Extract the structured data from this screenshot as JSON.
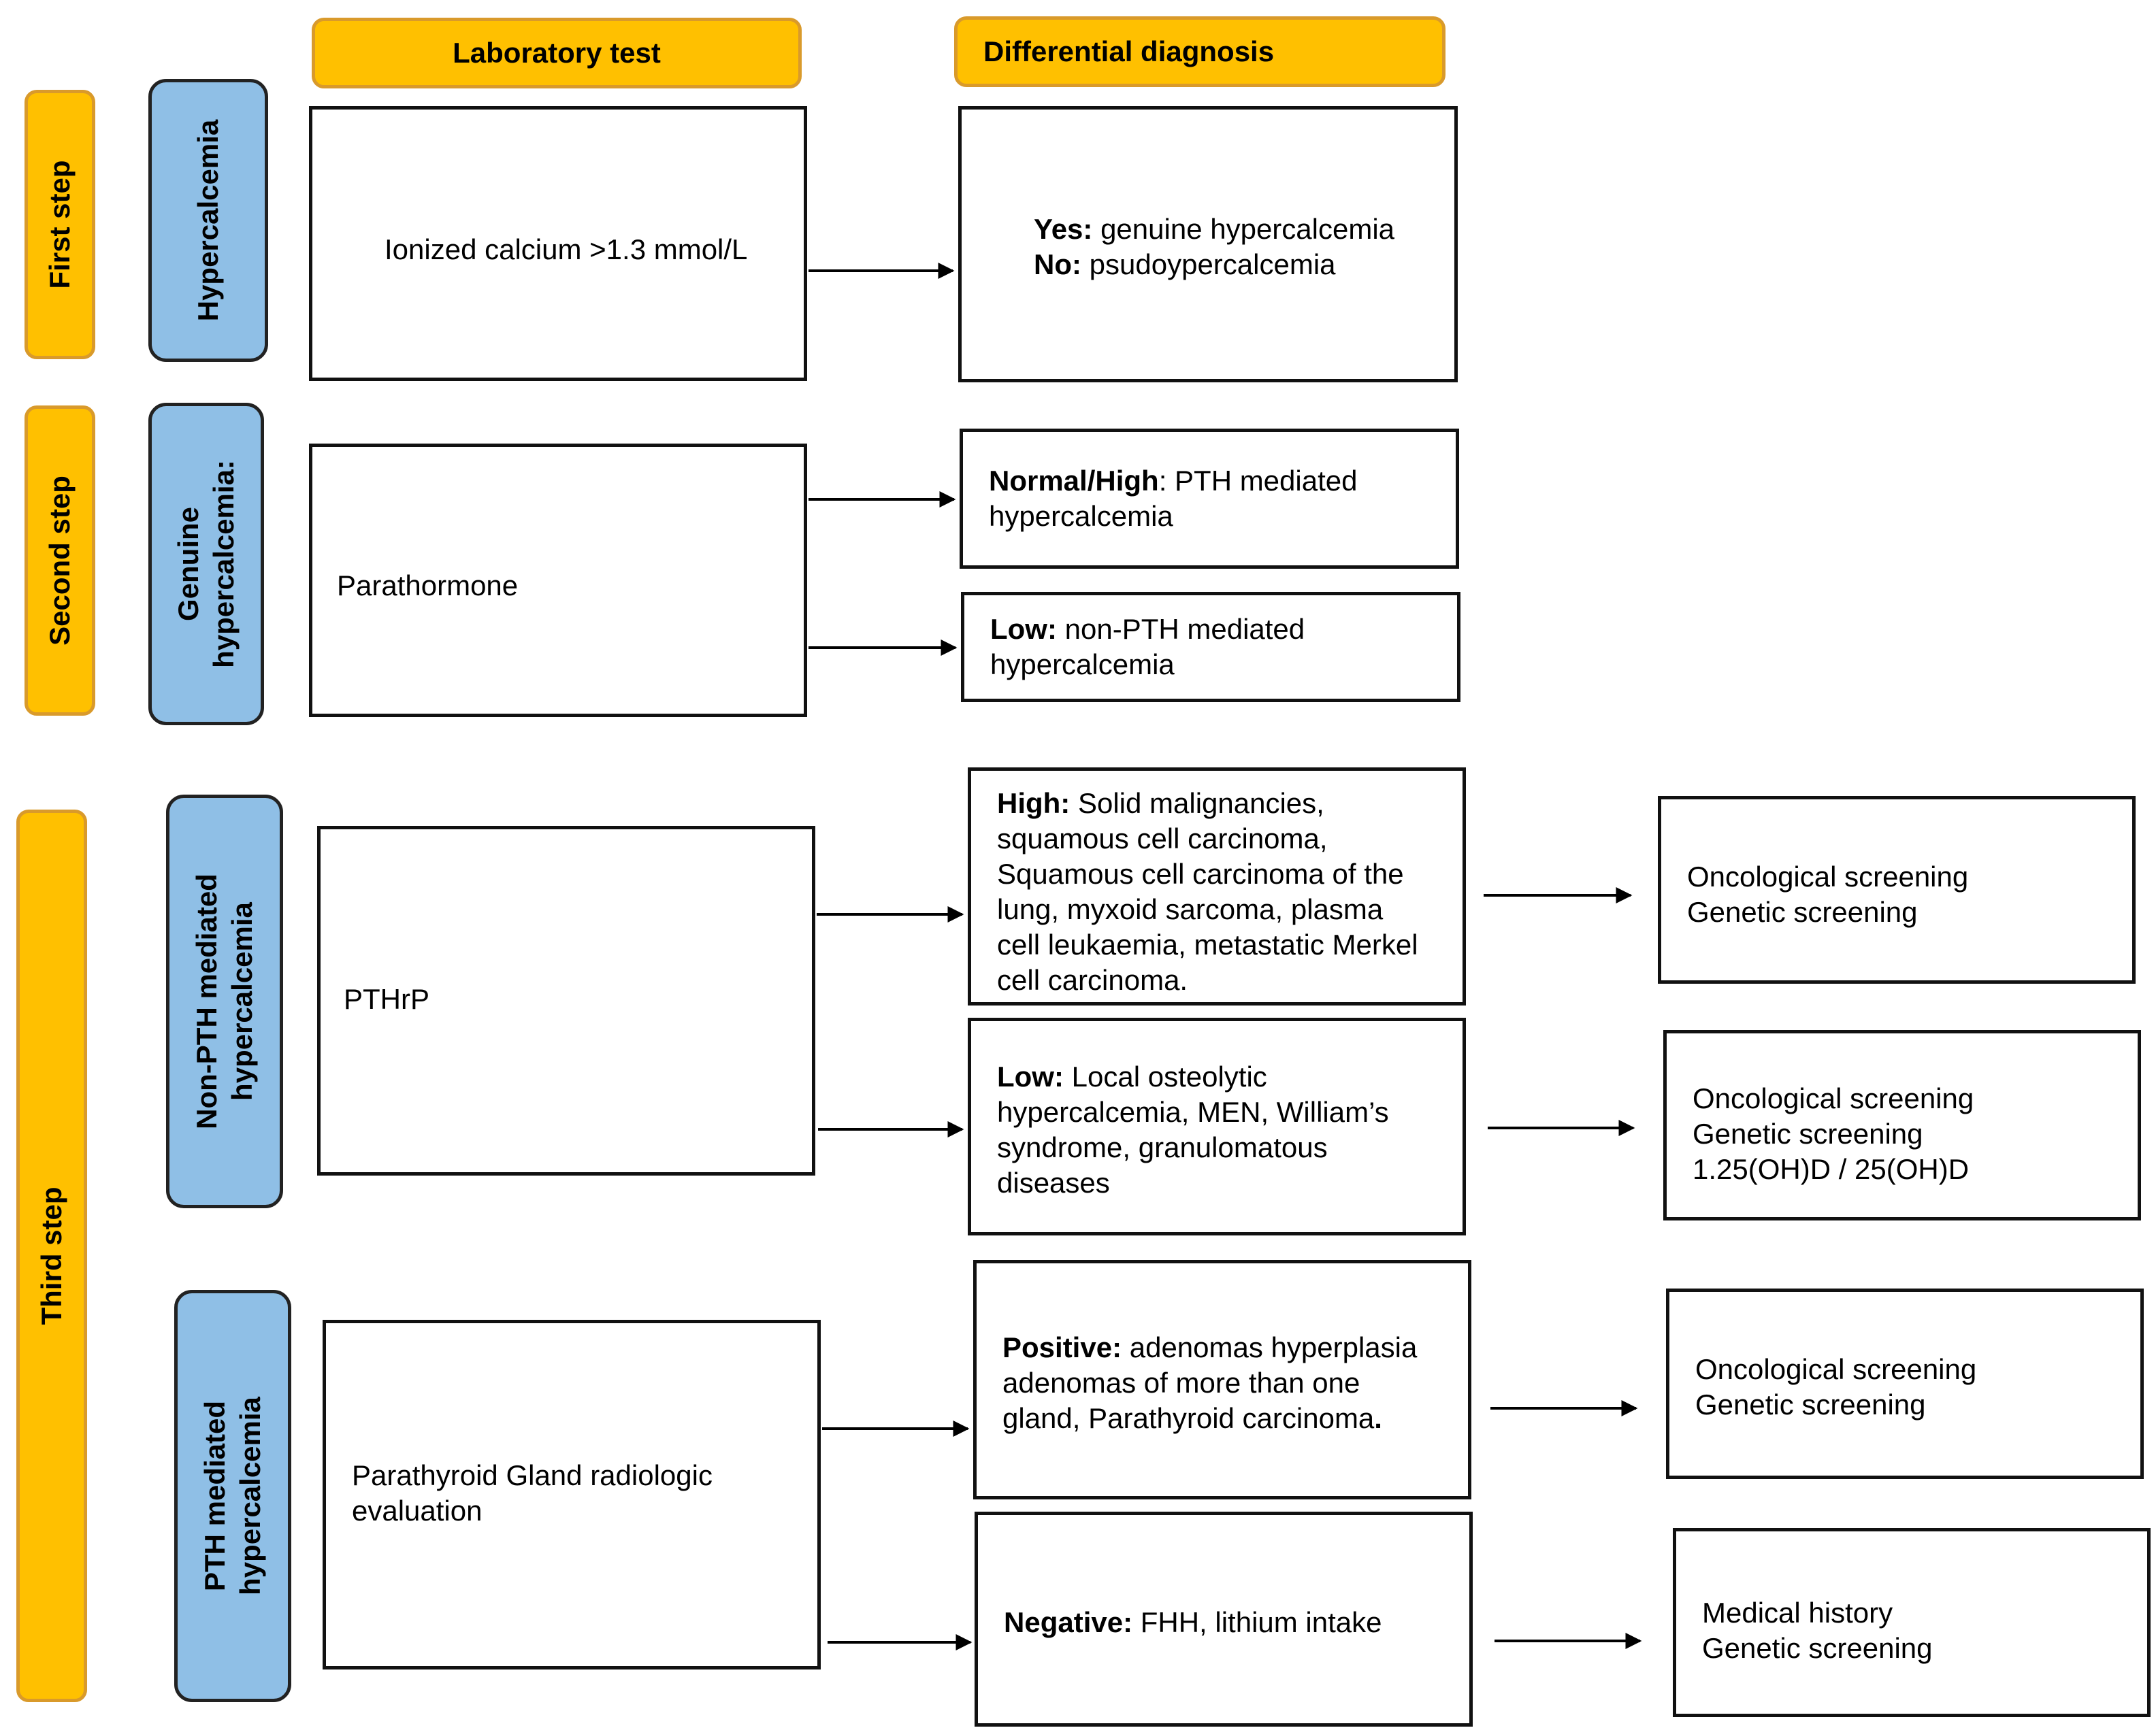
{
  "headers": {
    "laboratory_test": "Laboratory test",
    "differential_diagnosis": "Differential diagnosis"
  },
  "steps": {
    "first": "First step",
    "second": "Second step",
    "third": "Third step"
  },
  "categories": {
    "hypercalcemia": "Hypercalcemia",
    "genuine_line1": "Genuine",
    "genuine_line2": "hypercalcemia:",
    "non_pth_line1": "Non-PTH mediated",
    "non_pth_line2": "hypercalcemia",
    "pth_line1": "PTH mediated",
    "pth_line2": "hypercalcemia"
  },
  "tests": {
    "ionized_calcium": "Ionized calcium >1.3 mmol/L",
    "parathormone": "Parathormone",
    "pthrp": "PTHrP",
    "radiologic_line1": "Parathyroid Gland radiologic",
    "radiologic_line2": "evaluation"
  },
  "diagnoses": {
    "yes_label": "Yes:",
    "yes_text": " genuine hypercalcemia",
    "no_label": "No:",
    "no_text": " psudoypercalcemia",
    "normal_high_label": "Normal/High",
    "normal_high_text1": ": PTH mediated",
    "normal_high_text2": "hypercalcemia",
    "low_pth_label": "Low:",
    "low_pth_text1": " non-PTH mediated",
    "low_pth_text2": "hypercalcemia",
    "high_label": "High:",
    "high_text1": " Solid malignancies,",
    "high_text2": "squamous cell carcinoma,",
    "high_text3": "Squamous cell carcinoma of the",
    "high_text4": "lung, myxoid sarcoma, plasma",
    "high_text5": "cell leukaemia, metastatic Merkel",
    "high_text6": "cell carcinoma.",
    "low_pthrp_label": "Low:",
    "low_pthrp_text1": " Local osteolytic",
    "low_pthrp_text2": "hypercalcemia, MEN, William’s",
    "low_pthrp_text3": "syndrome, granulomatous",
    "low_pthrp_text4": "diseases",
    "positive_label": "Positive:",
    "positive_text1": " adenomas hyperplasia",
    "positive_text2": "adenomas of more than one",
    "positive_text3": "gland, Parathyroid carcinoma",
    "positive_period": ".",
    "negative_label": "Negative:",
    "negative_text": " FHH, lithium intake"
  },
  "followups": {
    "f1_line1": "Oncological screening",
    "f1_line2": "Genetic screening",
    "f2_line1": "Oncological screening",
    "f2_line2": "Genetic screening",
    "f2_line3": "1.25(OH)D / 25(OH)D",
    "f3_line1": "Oncological screening",
    "f3_line2": "Genetic screening",
    "f4_line1": "Medical history",
    "f4_line2": "Genetic screening"
  }
}
